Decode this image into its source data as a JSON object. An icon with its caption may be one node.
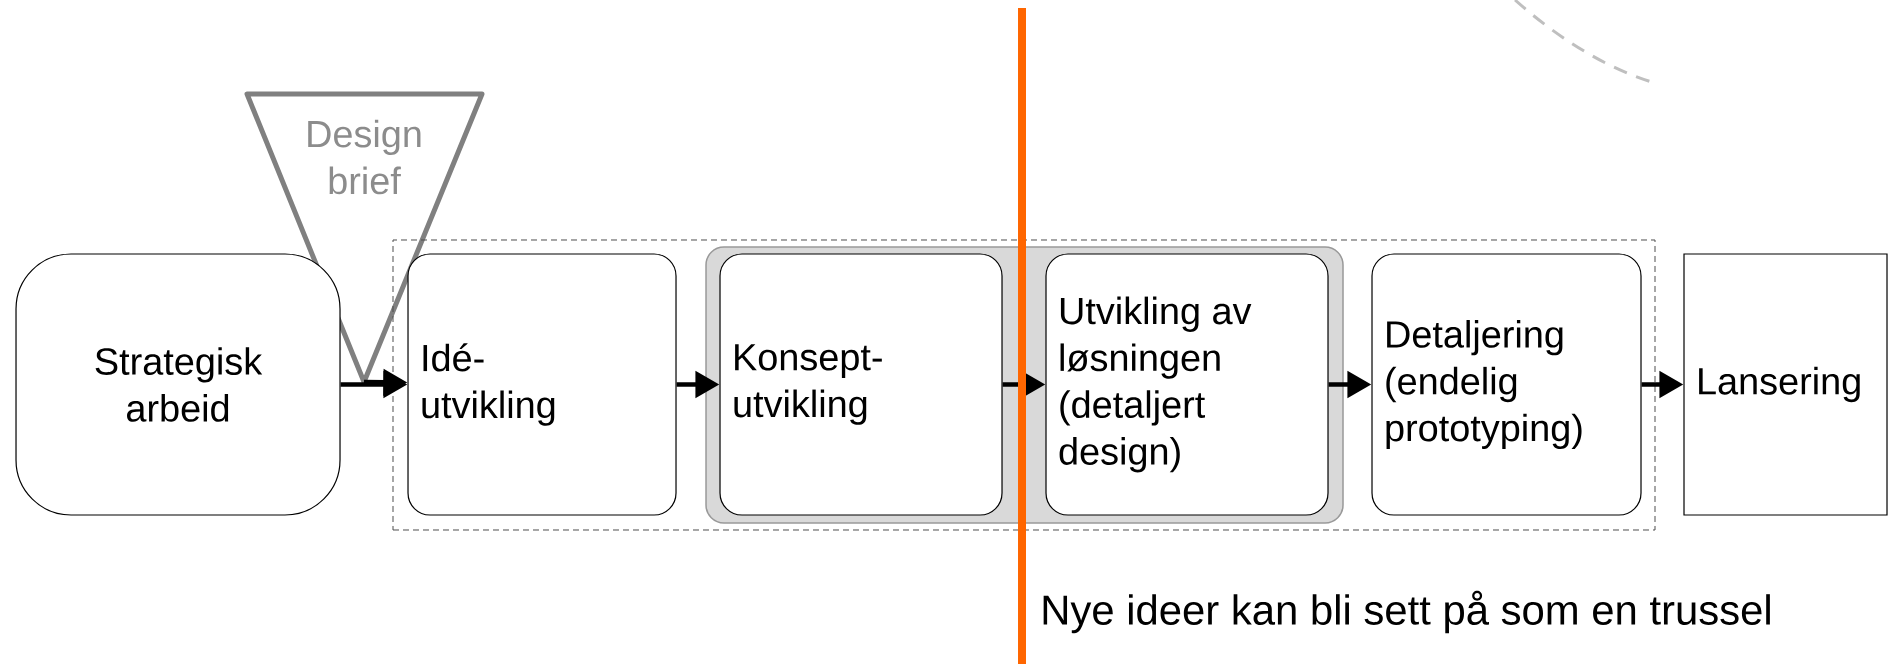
{
  "diagram": {
    "nodes": [
      {
        "text": [
          "Design brief"
        ]
      },
      {
        "text": [
          "Strategisk arbeid"
        ]
      },
      {
        "text": [],
        "shape": "box"
      },
      {
        "text": [
          "Idé- utvikling"
        ],
        "in": 2
      },
      {
        "text": [],
        "shape": "box",
        "in": 2
      },
      {
        "text": [
          "Konsept- utvikling"
        ],
        "in": 4
      },
      {
        "text": [
          "Utvikling av løsningen (detaljert design)"
        ],
        "in": 4
      },
      {
        "text": [
          "Detaljering (endelig prototyping)"
        ],
        "in": 2
      },
      {
        "text": [
          "Lansering"
        ]
      }
    ],
    "edges": [
      {
        "from": 1,
        "to": 3,
        "arrow": "to"
      },
      {
        "from": 0,
        "to": 3,
        "arrow": "to"
      },
      {
        "from": 3,
        "to": 5,
        "arrow": "to"
      },
      {
        "from": 5,
        "to": 6,
        "arrow": "to"
      },
      {
        "from": 6,
        "to": 7,
        "arrow": "to"
      },
      {
        "from": 7,
        "to": 8,
        "arrow": "to"
      }
    ],
    "labels": [
      "Nye ideer kan bli sett på som en trussel"
    ]
  }
}
